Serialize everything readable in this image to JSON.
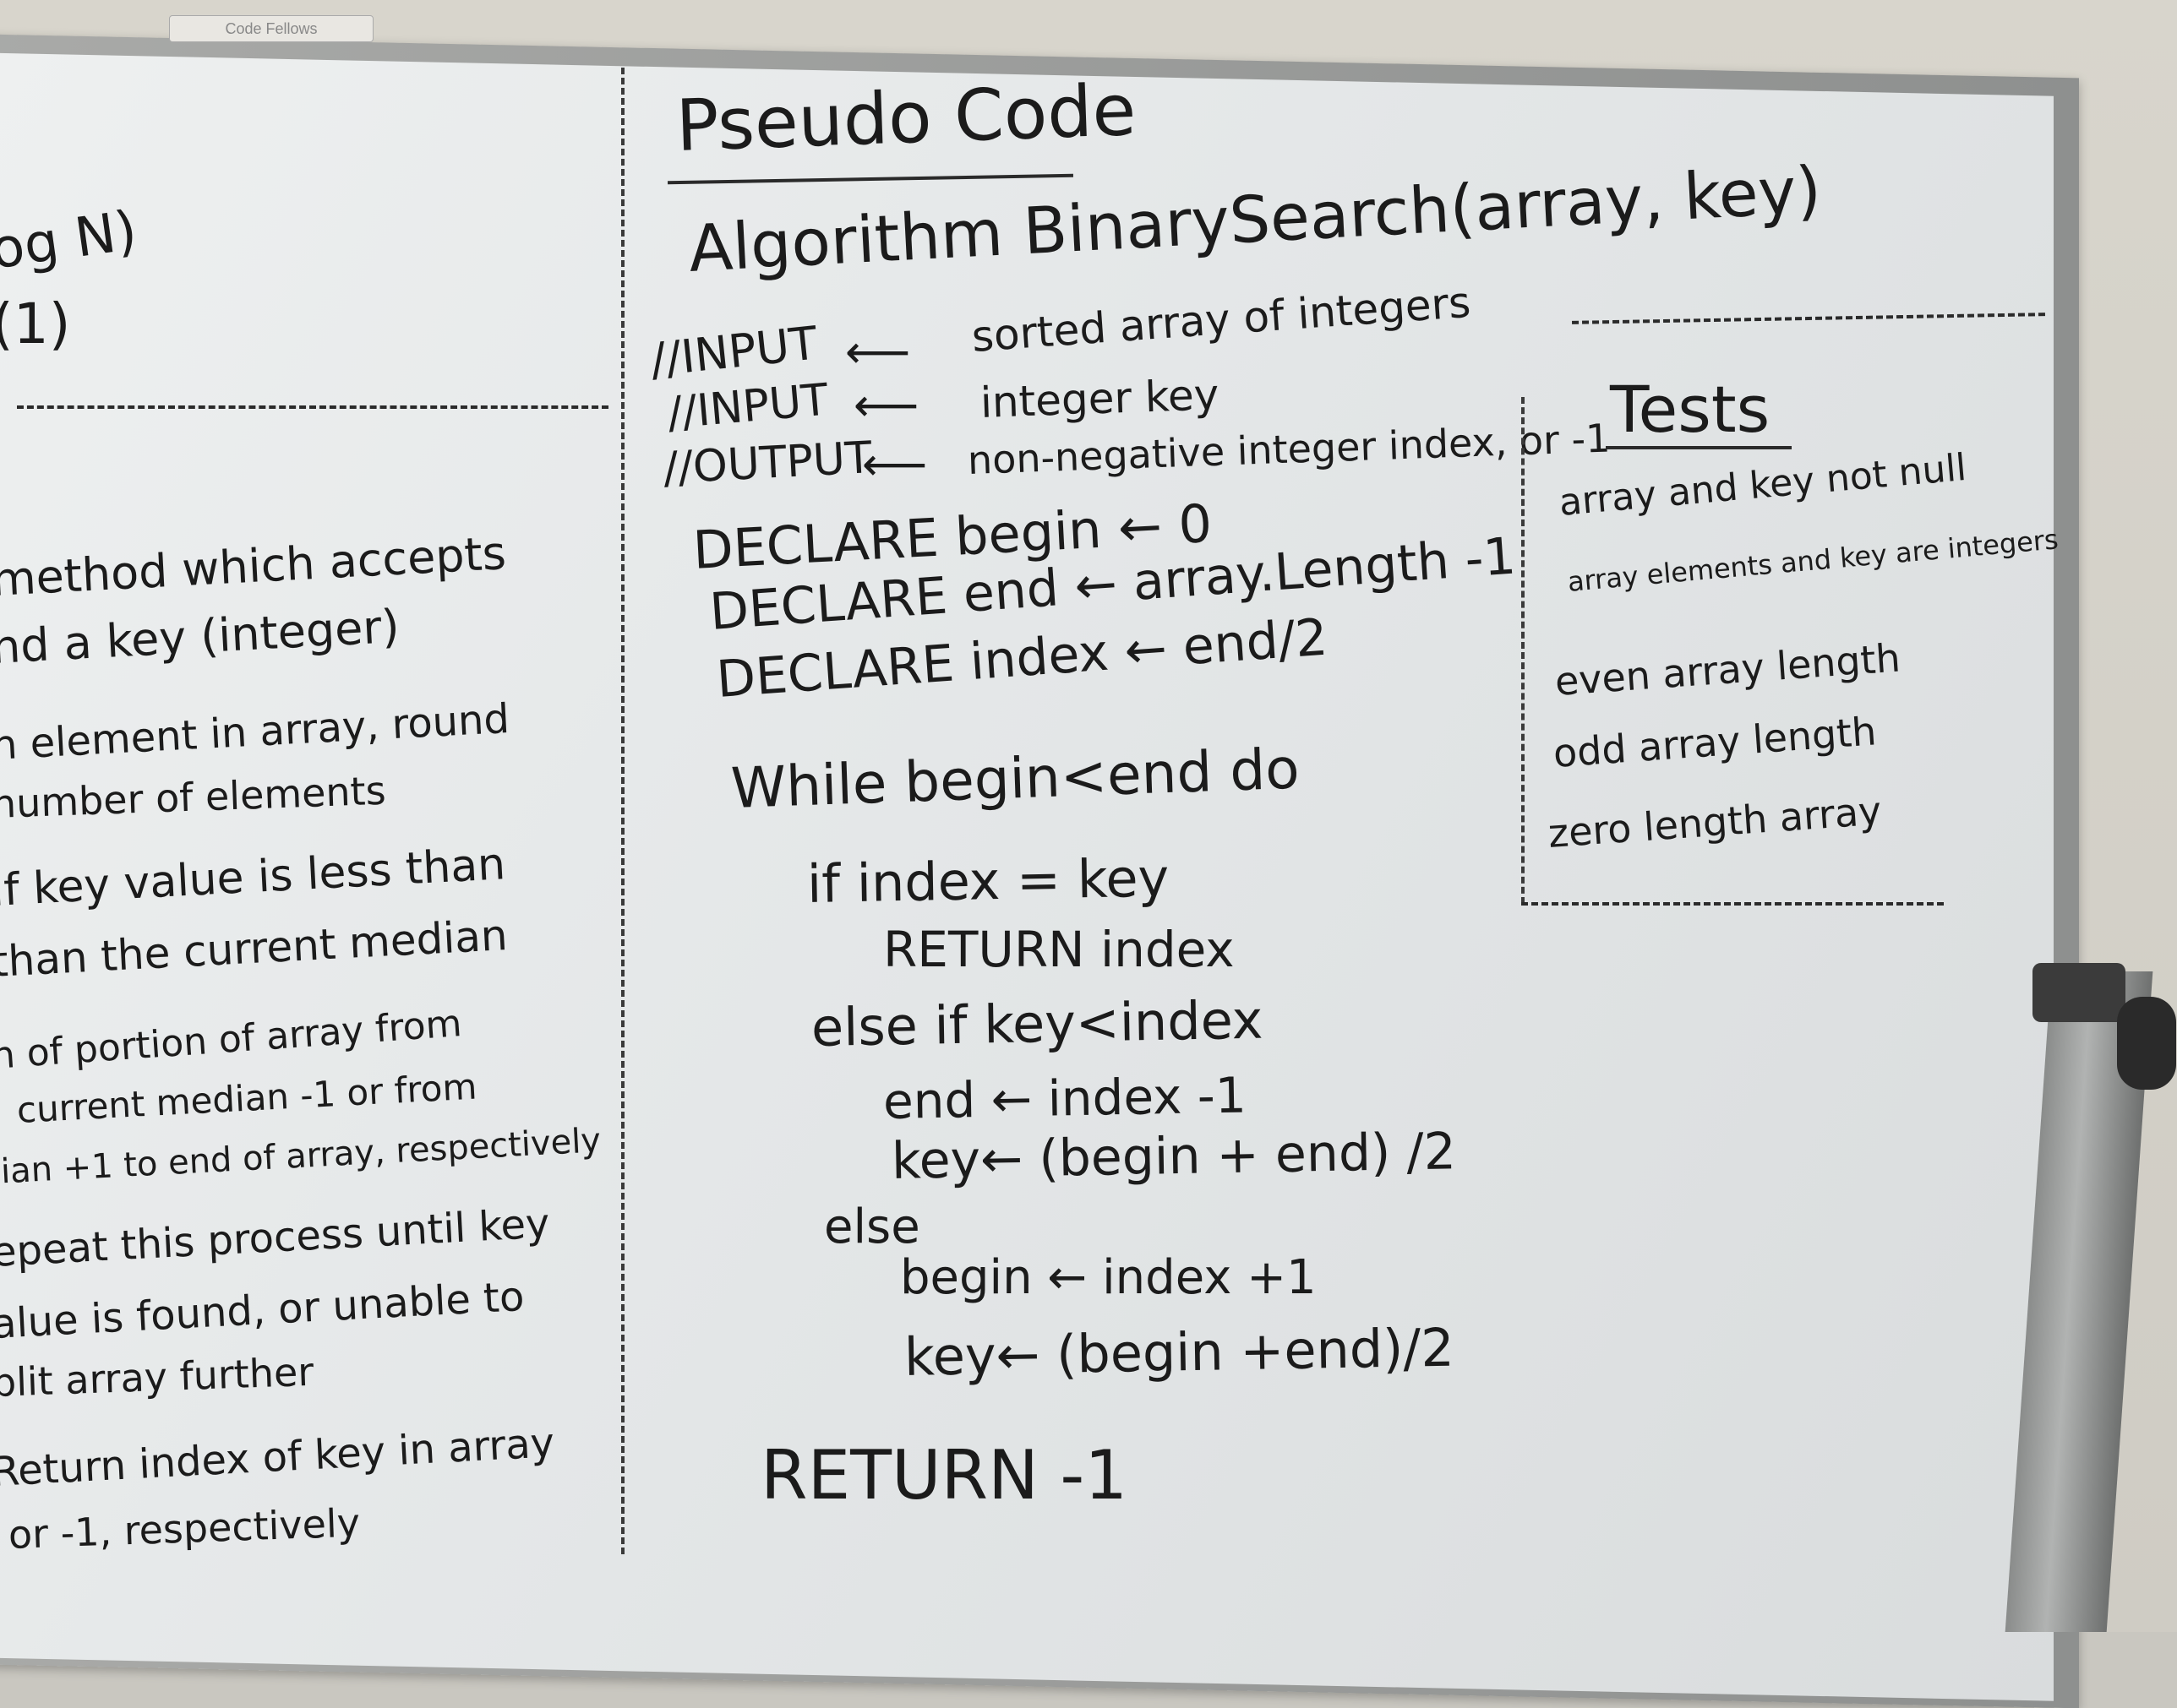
{
  "board": {
    "label": "Code Fellows"
  },
  "left_column": {
    "bigO_time": "og N)",
    "bigO_space": "(1)",
    "lines": [
      "method which accepts",
      "nd a key (integer)",
      "n element in array, round",
      "number of elements",
      "if key value is less than",
      "than the current median",
      "n of portion of array from",
      "current median -1 or from",
      "lian +1 to end of array, respectively",
      "epeat this process until key",
      "alue is found, or unable to",
      "plit array further",
      "Return index of key in array",
      "or -1, respectively"
    ]
  },
  "pseudo": {
    "heading": "Pseudo Code",
    "signature": "Algorithm BinarySearch(array, key)",
    "io": [
      {
        "label": "//INPUT",
        "value": "sorted array of integers"
      },
      {
        "label": "//INPUT",
        "value": "integer key"
      },
      {
        "label": "//OUTPUT",
        "value": "non-negative integer index, or -1"
      }
    ],
    "declarations": [
      "DECLARE begin ← 0",
      "DECLARE end ← array.Length -1",
      "DECLARE index ← end/2"
    ],
    "loop": [
      "While begin<end do",
      "if index = key",
      "RETURN index",
      "else if key<index",
      "end ← index -1",
      "key← (begin + end) /2",
      "else",
      "begin ← index +1",
      "key← (begin +end)/2"
    ],
    "final_return": "RETURN -1"
  },
  "tests": {
    "heading": "Tests",
    "items": [
      "array and key not null",
      "array elements and key are integers",
      "even array length",
      "odd array length",
      "zero length array"
    ]
  },
  "colors": {
    "ink": "#1b1b1b",
    "board": "#e6e8e9",
    "frame": "#9c9e9d"
  }
}
